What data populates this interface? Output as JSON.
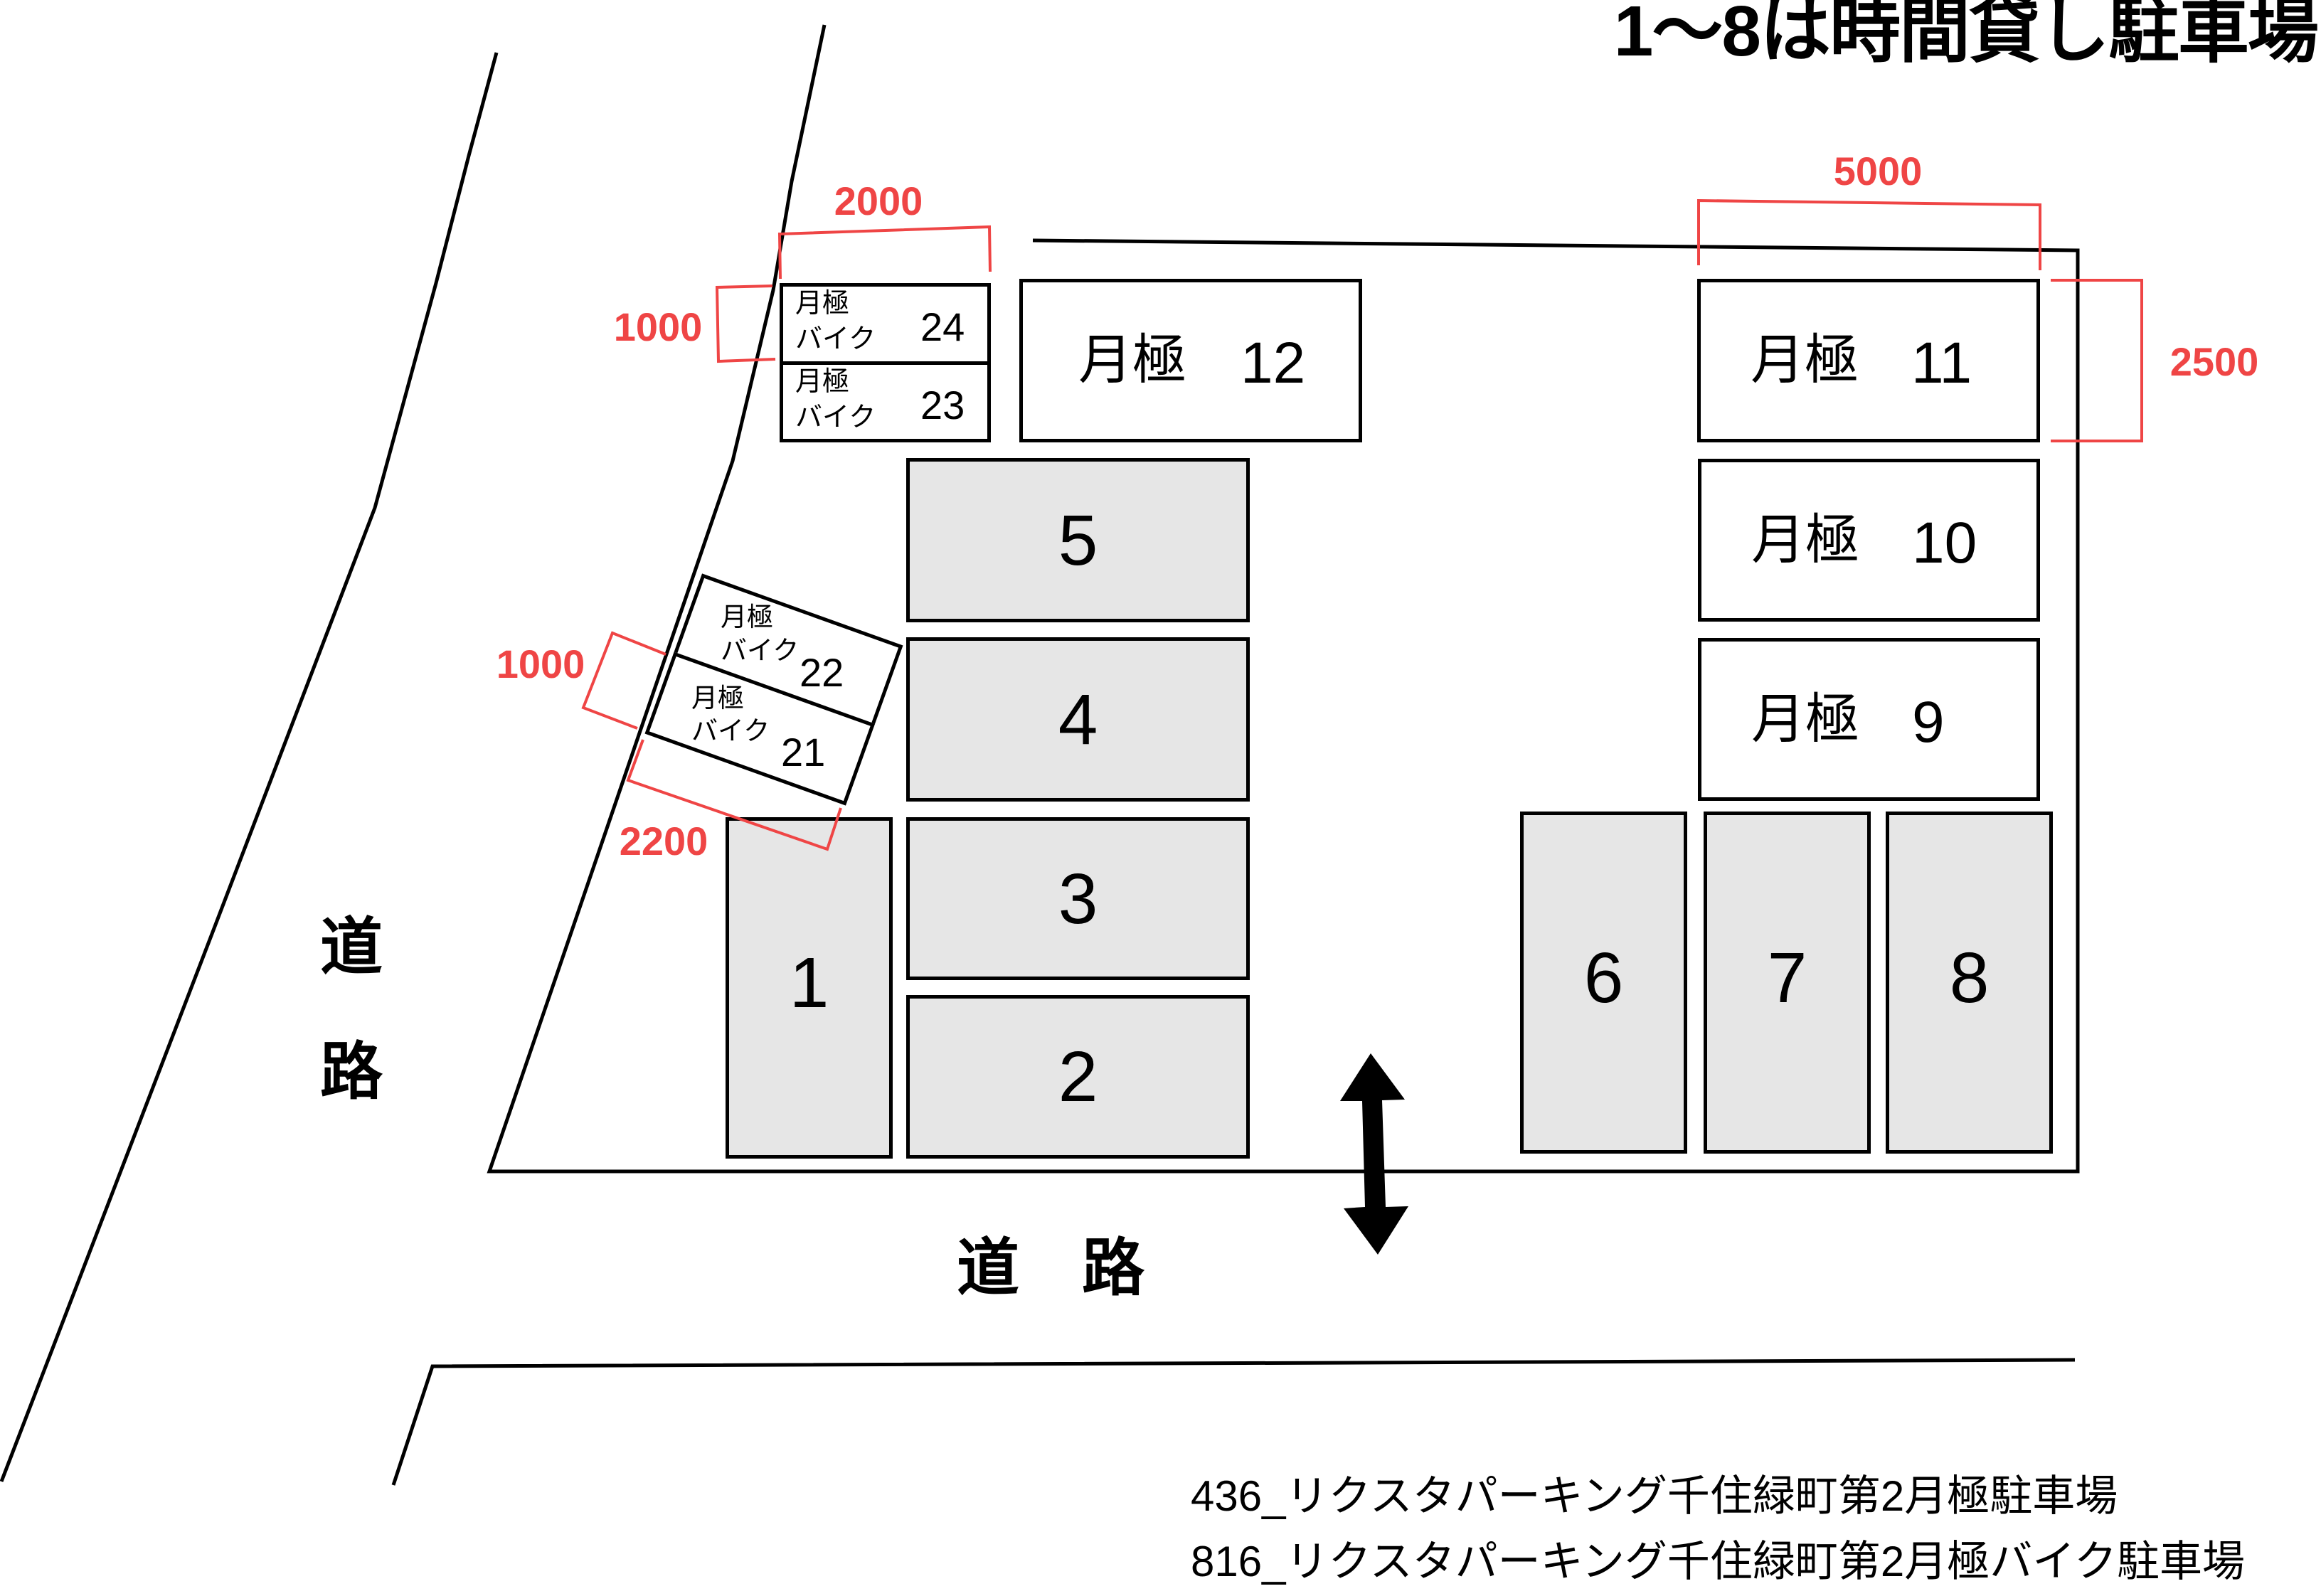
{
  "title": "1〜8は時間貸し駐車場",
  "colors": {
    "hourly_fill": "#e6e6e6",
    "monthly_fill": "#ffffff",
    "dimension_red": "#ef4545",
    "outline": "#000000"
  },
  "roads": {
    "left": [
      "道",
      "路"
    ],
    "bottom": "道　路"
  },
  "spaces": {
    "hourly": [
      {
        "no": "1"
      },
      {
        "no": "2"
      },
      {
        "no": "3"
      },
      {
        "no": "4"
      },
      {
        "no": "5"
      },
      {
        "no": "6"
      },
      {
        "no": "7"
      },
      {
        "no": "8"
      }
    ],
    "monthly_car": [
      {
        "label": "月極",
        "no": "9"
      },
      {
        "label": "月極",
        "no": "10"
      },
      {
        "label": "月極",
        "no": "11"
      },
      {
        "label": "月極",
        "no": "12"
      }
    ],
    "monthly_bike": [
      {
        "label": "月極",
        "type": "バイク",
        "no": "21"
      },
      {
        "label": "月極",
        "type": "バイク",
        "no": "22"
      },
      {
        "label": "月極",
        "type": "バイク",
        "no": "23"
      },
      {
        "label": "月極",
        "type": "バイク",
        "no": "24"
      }
    ]
  },
  "dimensions": {
    "bike_23_24_width": "2000",
    "bike_23_24_depth": "1000",
    "car_width": "5000",
    "car_depth": "2500",
    "bike_21_22_depth": "1000",
    "bike_21_22_width": "2200"
  },
  "icons": {
    "entrance": "double-arrow-vertical"
  },
  "footer": [
    "436_リクスタパーキング千住緑町第2月極駐車場",
    "816_リクスタパーキング千住緑町第2月極バイク駐車場"
  ]
}
